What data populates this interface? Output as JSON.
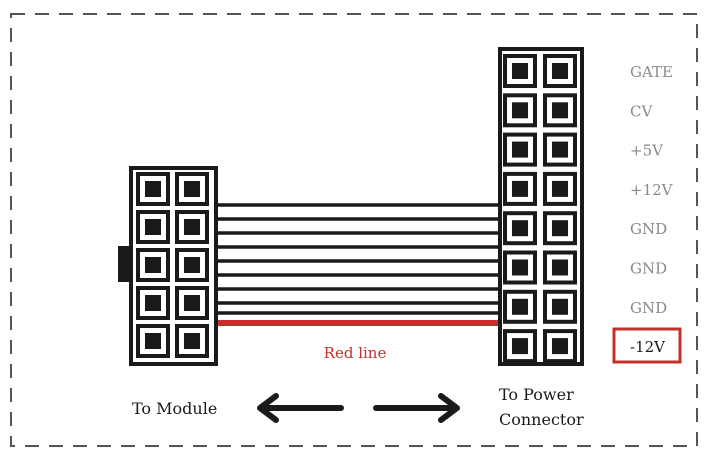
{
  "colors": {
    "frame": "#555555",
    "connector": "#1a1a1a",
    "wire": "#1a1a1a",
    "red": "#c0312b",
    "label_gray": "#8a8a8a",
    "text_dark": "#1a1a1a"
  },
  "power_pins": [
    {
      "label": "GATE"
    },
    {
      "label": "CV"
    },
    {
      "label": "+5V"
    },
    {
      "label": "+12V"
    },
    {
      "label": "GND"
    },
    {
      "label": "GND"
    },
    {
      "label": "GND"
    },
    {
      "label": "-12V",
      "highlighted": true
    }
  ],
  "red_line_label": "Red line",
  "left_caption": "To Module",
  "right_caption_line1": "To Power",
  "right_caption_line2": "Connector"
}
